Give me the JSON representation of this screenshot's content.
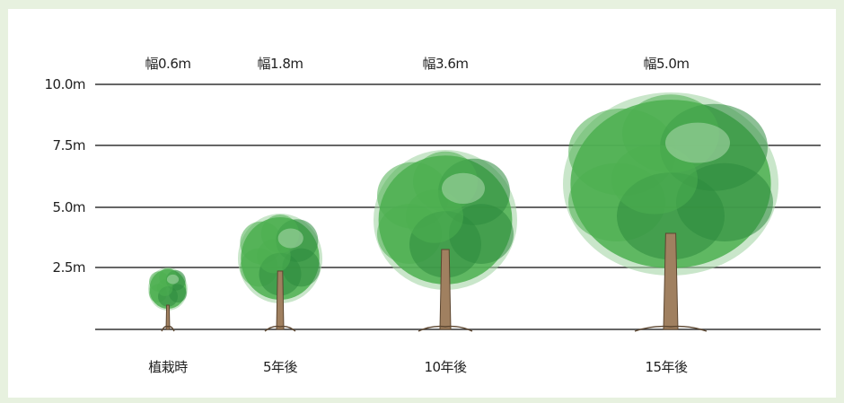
{
  "y_axis": {
    "ticks": [
      {
        "label": "10.0m",
        "value": 10.0
      },
      {
        "label": "7.5m",
        "value": 7.5
      },
      {
        "label": "5.0m",
        "value": 5.0
      },
      {
        "label": "2.5m",
        "value": 2.5
      }
    ]
  },
  "trees": [
    {
      "stage": "植栽時",
      "width_label": "幅0.6m"
    },
    {
      "stage": "5年後",
      "width_label": "幅1.8m"
    },
    {
      "stage": "10年後",
      "width_label": "幅3.6m"
    },
    {
      "stage": "15年後",
      "width_label": "幅5.0m"
    }
  ],
  "colors": {
    "background": "#e7f1df",
    "panel": "#ffffff",
    "gridline": "#333333",
    "foliage_dark": "#2e8b3e",
    "foliage_mid": "#4caf50",
    "foliage_light": "#a5d6a7",
    "trunk": "#a08060"
  }
}
